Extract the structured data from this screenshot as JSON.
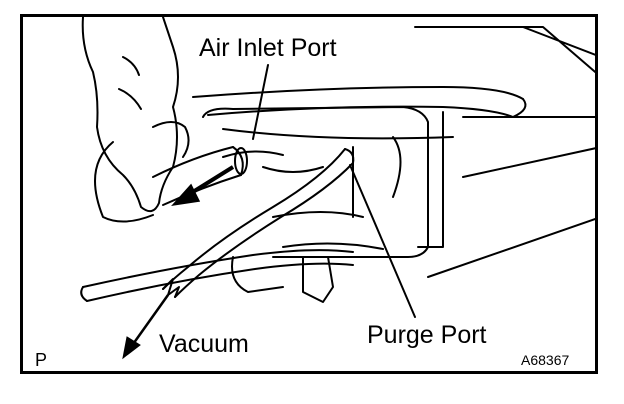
{
  "figure": {
    "labels": {
      "air_inlet_port": "Air Inlet Port",
      "purge_port": "Purge Port",
      "vacuum": "Vacuum",
      "view_marker": "P",
      "figure_code": "A68367"
    }
  }
}
